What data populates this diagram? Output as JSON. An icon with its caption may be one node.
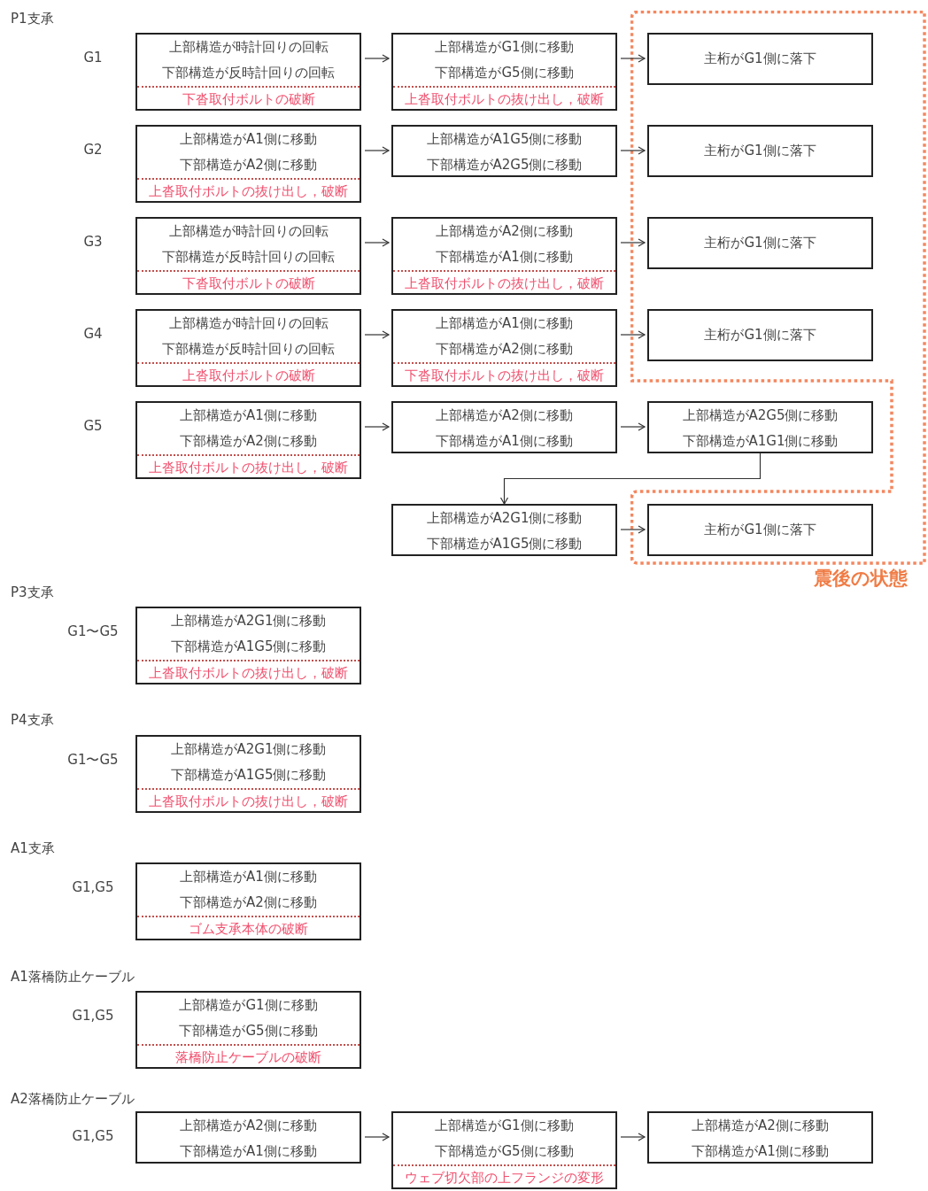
{
  "diagram": {
    "nodes": [
      {
        "text": [
          "上部構造が時計回りの回転",
          "下部構造が反時計回りの回転",
          "下沓取付ボルトの破断"
        ],
        "beside": [
          "G1"
        ]
      },
      {
        "text": [
          "上部構造がG1側に移動",
          "下部構造がG5側に移動",
          "上沓取付ボルトの抜け出し，破断"
        ]
      },
      {
        "text": [
          "震後の状態"
        ]
      },
      {
        "text": [
          "主桁がG1側に落下"
        ],
        "in": 2
      },
      {
        "text": [
          "上部構造がA1側に移動",
          "下部構造がA2側に移動",
          "上沓取付ボルトの抜け出し，破断"
        ],
        "beside": [
          "G2"
        ]
      },
      {
        "text": [
          "上部構造がA1G5側に移動",
          "下部構造がA2G5側に移動"
        ]
      },
      {
        "text": [
          "主桁がG1側に落下"
        ],
        "in": 2
      },
      {
        "text": [
          "上部構造が時計回りの回転",
          "下部構造が反時計回りの回転",
          "下沓取付ボルトの破断"
        ],
        "beside": [
          "G3"
        ]
      },
      {
        "text": [
          "上部構造がA2側に移動",
          "下部構造がA1側に移動",
          "上沓取付ボルトの抜け出し，破断"
        ]
      },
      {
        "text": [
          "主桁がG1側に落下"
        ],
        "in": 2
      },
      {
        "text": [
          "上部構造が時計回りの回転",
          "下部構造が反時計回りの回転",
          "上沓取付ボルトの破断"
        ],
        "beside": [
          "G4"
        ]
      },
      {
        "text": [
          "上部構造がA1側に移動",
          "下部構造がA2側に移動",
          "下沓取付ボルトの抜け出し，破断"
        ]
      },
      {
        "text": [
          "主桁がG1側に落下"
        ],
        "in": 2
      },
      {
        "text": [
          "上部構造がA1側に移動",
          "下部構造がA2側に移動",
          "上沓取付ボルトの抜け出し，破断"
        ],
        "beside": [
          "G5"
        ]
      },
      {
        "text": [
          "上部構造がA2側に移動",
          "下部構造がA1側に移動"
        ]
      },
      {
        "text": [
          "上部構造がA2G5側に移動",
          "下部構造がA1G1側に移動"
        ]
      },
      {
        "text": [
          "上部構造がA2G1側に移動",
          "下部構造がA1G5側に移動"
        ]
      },
      {
        "text": [
          "主桁がG1側に落下"
        ],
        "in": 2
      },
      {
        "text": [
          "上部構造がA2G1側に移動",
          "下部構造がA1G5側に移動",
          "上沓取付ボルトの抜け出し，破断"
        ],
        "beside": [
          "G1〜G5"
        ]
      },
      {
        "text": [
          "上部構造がA2G1側に移動",
          "下部構造がA1G5側に移動",
          "上沓取付ボルトの抜け出し，破断"
        ],
        "beside": [
          "G1〜G5"
        ]
      },
      {
        "text": [
          "上部構造がA1側に移動",
          "下部構造がA2側に移動",
          "ゴム支承本体の破断"
        ],
        "beside": [
          "G1,G5"
        ]
      },
      {
        "text": [
          "上部構造がG1側に移動",
          "下部構造がG5側に移動",
          "落橋防止ケーブルの破断"
        ],
        "beside": [
          "G1,G5"
        ]
      },
      {
        "text": [
          "上部構造がA2側に移動",
          "下部構造がA1側に移動"
        ],
        "beside": [
          "G1,G5"
        ]
      },
      {
        "text": [
          "上部構造がG1側に移動",
          "下部構造がG5側に移動",
          "ウェブ切欠部の上フランジの変形"
        ]
      },
      {
        "text": [
          "上部構造がA2側に移動",
          "下部構造がA1側に移動"
        ]
      }
    ],
    "edges": [
      {
        "from": 0,
        "to": 1,
        "arrow": "to"
      },
      {
        "from": 1,
        "to": 3,
        "arrow": "to"
      },
      {
        "from": 4,
        "to": 5,
        "arrow": "to"
      },
      {
        "from": 5,
        "to": 6,
        "arrow": "to"
      },
      {
        "from": 7,
        "to": 8,
        "arrow": "to"
      },
      {
        "from": 8,
        "to": 9,
        "arrow": "to"
      },
      {
        "from": 10,
        "to": 11,
        "arrow": "to"
      },
      {
        "from": 11,
        "to": 12,
        "arrow": "to"
      },
      {
        "from": 13,
        "to": 14,
        "arrow": "to"
      },
      {
        "from": 14,
        "to": 15,
        "arrow": "to"
      },
      {
        "from": 15,
        "to": 16,
        "arrow": "to"
      },
      {
        "from": 16,
        "to": 17,
        "arrow": "to"
      },
      {
        "from": 22,
        "to": 23,
        "arrow": "to"
      },
      {
        "from": 23,
        "to": 24,
        "arrow": "to"
      }
    ],
    "labels": [
      "P1支承",
      "P3支承",
      "P4支承",
      "A1支承",
      "A1落橋防止ケーブル",
      "A2落橋防止ケーブル"
    ]
  }
}
